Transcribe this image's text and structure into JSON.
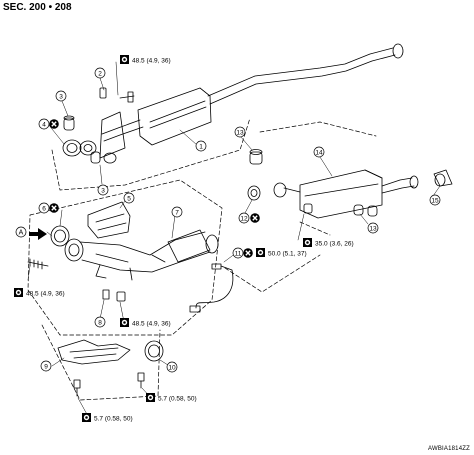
{
  "header": {
    "section": "SEC. 200 • 208"
  },
  "footer": {
    "code": "AWBIA1814ZZ"
  },
  "callouts": [
    {
      "n": "1"
    },
    {
      "n": "2"
    },
    {
      "n": "3"
    },
    {
      "n": "4"
    },
    {
      "n": "3"
    },
    {
      "n": "13"
    },
    {
      "n": "14"
    },
    {
      "n": "12"
    },
    {
      "n": "13"
    },
    {
      "n": "15"
    },
    {
      "n": "5"
    },
    {
      "n": "6"
    },
    {
      "n": "7"
    },
    {
      "n": "11"
    },
    {
      "n": "8"
    },
    {
      "n": "9"
    },
    {
      "n": "10"
    }
  ],
  "torques": [
    {
      "text": "48.5 (4.9, 36)"
    },
    {
      "text": "50.0 (5.1, 37)"
    },
    {
      "text": "35.0 (3.6, 26)"
    },
    {
      "text": "48.5 (4.9, 36)"
    },
    {
      "text": "48.5 (4.9, 36)"
    },
    {
      "text": "5.7 (0.58, 50)"
    },
    {
      "text": "5.7 (0.58, 50)"
    }
  ],
  "view_marker": {
    "letter": "A"
  },
  "symbols": {
    "replace": "do-not-reuse-icon",
    "torque": "torque-wrench-icon"
  },
  "colors": {
    "line": "#000000",
    "background": "#ffffff"
  }
}
